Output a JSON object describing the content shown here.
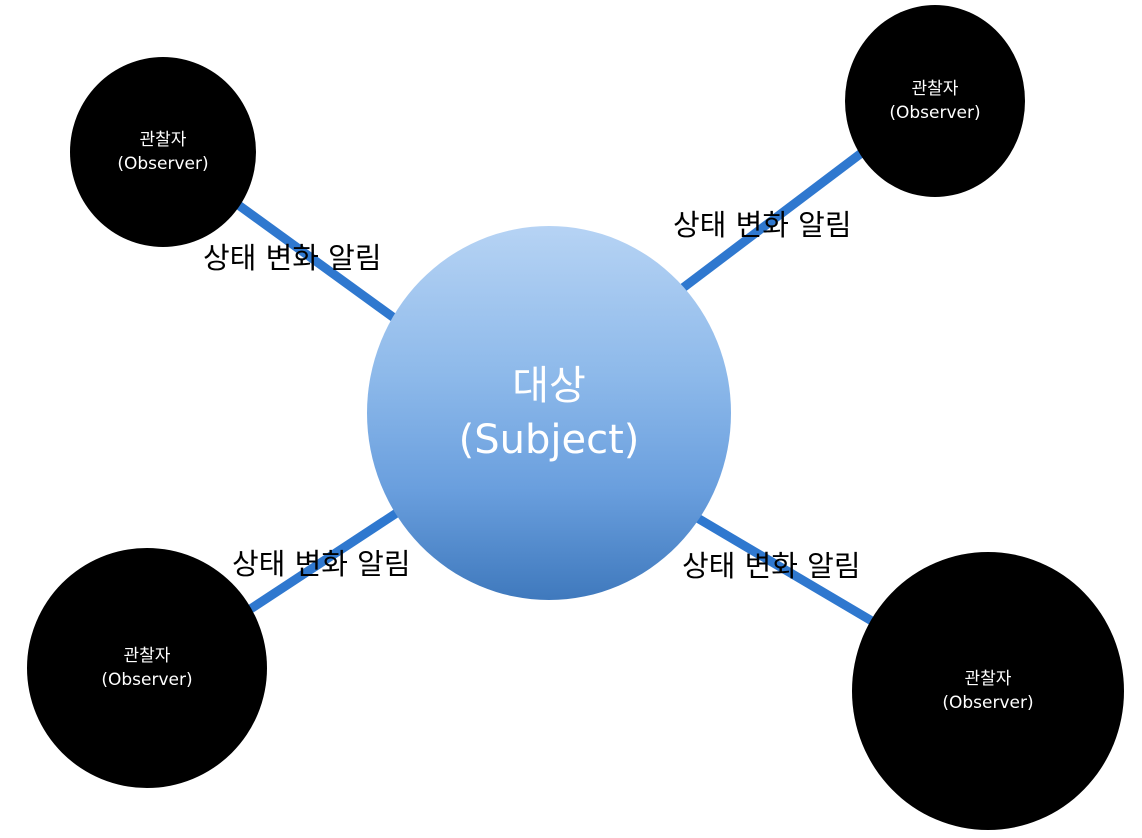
{
  "subject": {
    "line1": "대상",
    "line2": "(Subject)"
  },
  "observers": [
    {
      "line1": "관찰자",
      "line2": "(Observer)"
    },
    {
      "line1": "관찰자",
      "line2": "(Observer)"
    },
    {
      "line1": "관찰자",
      "line2": "(Observer)"
    },
    {
      "line1": "관찰자",
      "line2": "(Observer)"
    }
  ],
  "edges": [
    {
      "label": "상태 변화 알림"
    },
    {
      "label": "상태 변화 알림"
    },
    {
      "label": "상태 변화 알림"
    },
    {
      "label": "상태 변화 알림"
    }
  ],
  "colors": {
    "arrow": "#2f78cf",
    "observer_fill": "#000000",
    "subject_top": "#b6d3f4",
    "subject_bottom": "#3f79bd"
  }
}
